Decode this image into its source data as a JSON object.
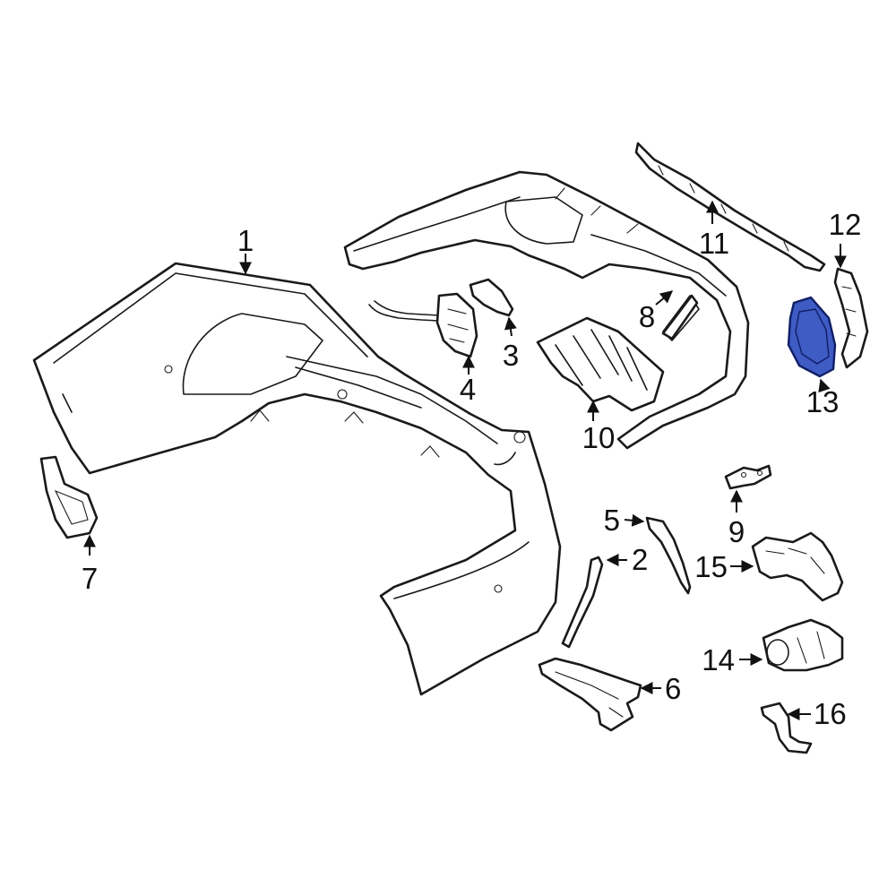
{
  "colors": {
    "line": "#1a1a1a",
    "highlight_fill": "#3f5bc4",
    "highlight_stroke": "#0f1f66",
    "background": "#ffffff"
  },
  "callouts": [
    {
      "id": "1",
      "label": "1",
      "part": "bumper-cover"
    },
    {
      "id": "2",
      "label": "2",
      "part": "trim-strip"
    },
    {
      "id": "3",
      "label": "3",
      "part": "small-bracket"
    },
    {
      "id": "4",
      "label": "4",
      "part": "wiring-bracket"
    },
    {
      "id": "5",
      "label": "5",
      "part": "molding"
    },
    {
      "id": "6",
      "label": "6",
      "part": "side-support"
    },
    {
      "id": "7",
      "label": "7",
      "part": "reflector-bracket"
    },
    {
      "id": "8",
      "label": "8",
      "part": "bracket-clip"
    },
    {
      "id": "9",
      "label": "9",
      "part": "sensor-bracket"
    },
    {
      "id": "10",
      "label": "10",
      "part": "diffuser-insert"
    },
    {
      "id": "11",
      "label": "11",
      "part": "lower-trim-strip"
    },
    {
      "id": "12",
      "label": "12",
      "part": "side-bracket"
    },
    {
      "id": "13",
      "label": "13",
      "part": "cover-plate"
    },
    {
      "id": "14",
      "label": "14",
      "part": "parking-sensor"
    },
    {
      "id": "15",
      "label": "15",
      "part": "sensor-housing"
    },
    {
      "id": "16",
      "label": "16",
      "part": "sensor-clip"
    }
  ]
}
